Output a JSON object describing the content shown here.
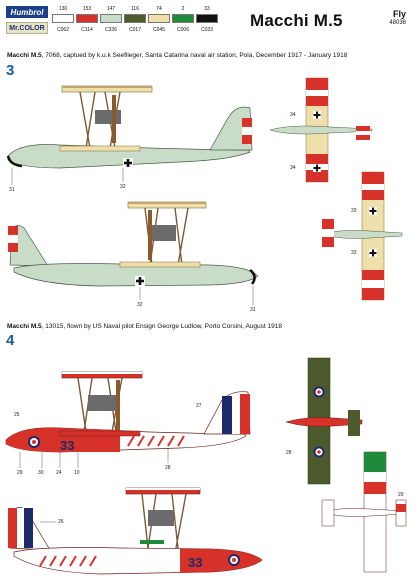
{
  "header": {
    "brand_humbrol": "Humbrol",
    "brand_mrcolor": "Mr.COLOR",
    "title": "Macchi M.5",
    "publisher": "Fly",
    "kit_number": "48036"
  },
  "paints": [
    {
      "humbrol": "130",
      "mrcolor": "C062",
      "color": "#ffffff"
    },
    {
      "humbrol": "153",
      "mrcolor": "C114",
      "color": "#d6322a"
    },
    {
      "humbrol": "147",
      "mrcolor": "C336",
      "color": "#c9dcc8"
    },
    {
      "humbrol": "116",
      "mrcolor": "C017",
      "color": "#4d5a2e"
    },
    {
      "humbrol": "74",
      "mrcolor": "C045",
      "color": "#efe0ab"
    },
    {
      "humbrol": "2",
      "mrcolor": "C006",
      "color": "#1f8a3a"
    },
    {
      "humbrol": "33",
      "mrcolor": "C033",
      "color": "#111111"
    }
  ],
  "scheme3": {
    "number": "3",
    "caption_bold": "Macchi M.5",
    "caption_rest": ", 7068, captued by k.u.k Seeflieger, Santa Catarina naval air station, Pola, December 1917 - January 1918",
    "callouts": [
      "31",
      "32",
      "32",
      "31",
      "34",
      "34",
      "33",
      "33"
    ]
  },
  "scheme4": {
    "number": "4",
    "caption_bold": "Macchi M.5",
    "caption_rest": ", 13015, flown by US Naval pilot  Ensign George Ludlow, Porto Corsini, August 1918",
    "hull_code": "33",
    "callouts": [
      "25",
      "27",
      "28",
      "29",
      "30",
      "24",
      "10",
      "26",
      "28",
      "29"
    ]
  },
  "colors": {
    "green_grey": "#c9dcc8",
    "red": "#d6322a",
    "white": "#ffffff",
    "cream": "#efe0ab",
    "olive": "#4d5a2e",
    "black": "#111111",
    "navy": "#1c2a6b",
    "brand_blue": "#1a5aa5"
  }
}
